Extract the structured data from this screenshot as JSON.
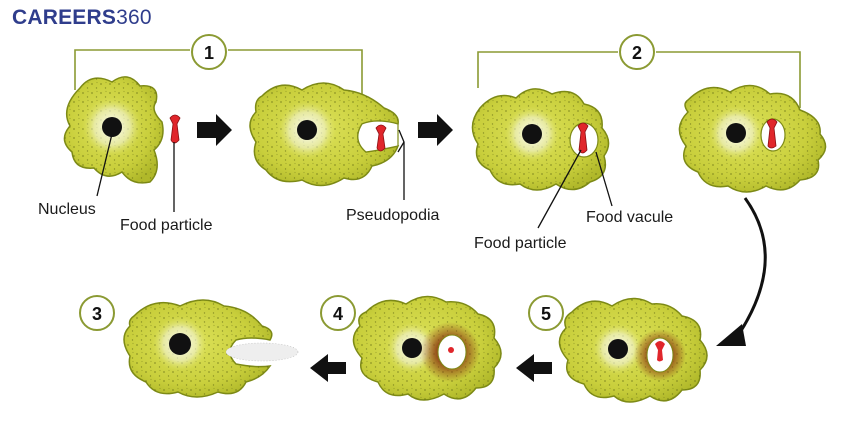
{
  "brand": {
    "part1": "CAREERS",
    "part2": "360"
  },
  "steps": [
    "1",
    "2",
    "3",
    "4",
    "5"
  ],
  "labels": {
    "nucleus": "Nucleus",
    "food_particle_1": "Food particle",
    "pseudopodia": "Pseudopodia",
    "food_particle_2": "Food particle",
    "food_vacuole": "Food vacule"
  },
  "colors": {
    "cell": "#c9cf3c",
    "cell_outline": "#7d8a16",
    "food": "#e0262b",
    "nucleus": "#111111",
    "bracket": "#8b9a33",
    "digestion_halo": "#8b3a12"
  }
}
